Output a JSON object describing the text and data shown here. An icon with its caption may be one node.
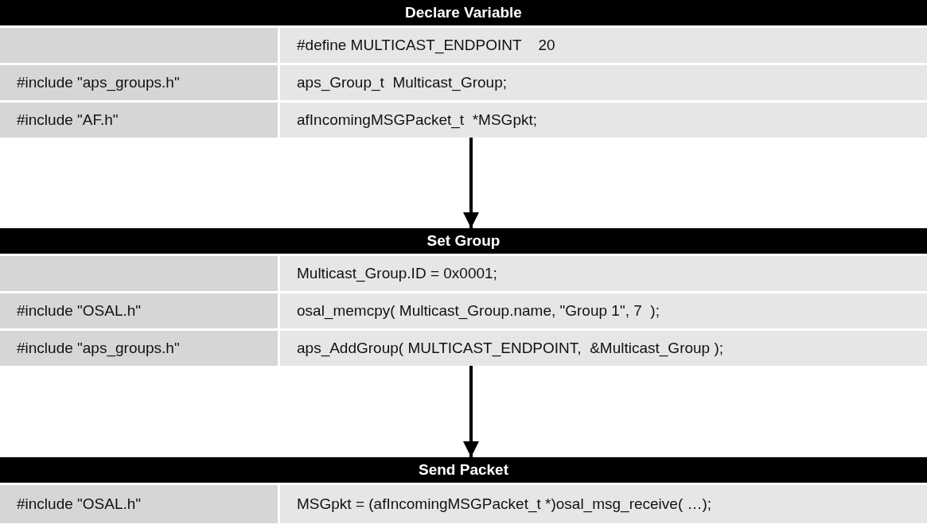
{
  "diagram": {
    "nodes": [
      {
        "text": [
          "Declare Variable"
        ]
      },
      {
        "text": [],
        "shape": "box"
      },
      {
        "text": [
          "#define MULTICAST_ENDPOINT    20"
        ]
      },
      {
        "text": [
          "#include \"aps_groups.h\""
        ]
      },
      {
        "text": [
          "aps_Group_t  Multicast_Group;"
        ]
      },
      {
        "text": [
          "#include \"AF.h\""
        ]
      },
      {
        "text": [
          "afIncomingMSGPacket_t  *MSGpkt;"
        ]
      },
      {
        "text": [
          "Set Group"
        ]
      },
      {
        "text": [],
        "shape": "box"
      },
      {
        "text": [
          "Multicast_Group.ID = 0x0001;"
        ]
      },
      {
        "text": [
          "#include \"OSAL.h\""
        ]
      },
      {
        "text": [
          "osal_memcpy( Multicast_Group.name, \"Group 1\", 7  );"
        ]
      },
      {
        "text": [
          "#include \"aps_groups.h\""
        ]
      },
      {
        "text": [
          "aps_AddGroup( MULTICAST_ENDPOINT,  &Multicast_Group );"
        ]
      },
      {
        "text": [
          "Send Packet"
        ]
      },
      {
        "text": [
          "#include \"OSAL.h\""
        ]
      },
      {
        "text": [
          "MSGpkt = (afIncomingMSGPacket_t *)osal_msg_receive( …);"
        ]
      }
    ],
    "edges": [
      {
        "from": 6,
        "to": 7,
        "arrow": "to"
      },
      {
        "from": 13,
        "to": 14,
        "arrow": "to"
      }
    ]
  }
}
